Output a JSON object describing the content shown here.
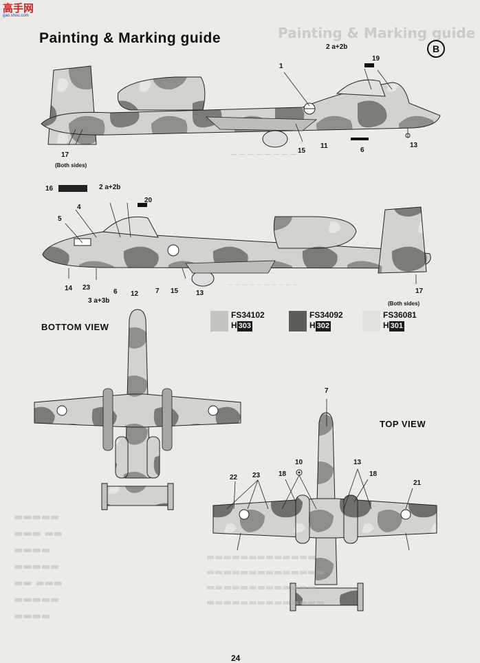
{
  "watermark": {
    "logo_main": "高手网",
    "logo_sub": "gao.shou.com"
  },
  "page": {
    "title": "Painting & Marking guide",
    "version_badge": "B",
    "page_number": "24"
  },
  "side_upper": {
    "callouts": [
      "2 a+2b",
      "19",
      "1",
      "15",
      "11",
      "6",
      "13"
    ],
    "tail_note_number": "17",
    "tail_note": "(Both sides)"
  },
  "side_lower": {
    "callouts": [
      "16",
      "2 a+2b",
      "4",
      "20",
      "5",
      "14",
      "23",
      "6",
      "12",
      "7",
      "15",
      "13",
      "3 a+3b"
    ],
    "tail_note_number": "17",
    "tail_note": "(Both sides)"
  },
  "bottom_view": {
    "title": "BOTTOM VIEW"
  },
  "top_view": {
    "title": "TOP VIEW",
    "callouts": [
      "7",
      "10",
      "13",
      "18",
      "22",
      "23",
      "18",
      "21"
    ]
  },
  "colors": [
    {
      "fs": "FS34102",
      "h_prefix": "H",
      "h_code": "303",
      "swatch": "#c4c4c0"
    },
    {
      "fs": "FS34092",
      "h_prefix": "H",
      "h_code": "302",
      "swatch": "#5c5c58"
    },
    {
      "fs": "FS36081",
      "h_prefix": "H",
      "h_code": "301",
      "swatch": "#e2e1de"
    }
  ]
}
